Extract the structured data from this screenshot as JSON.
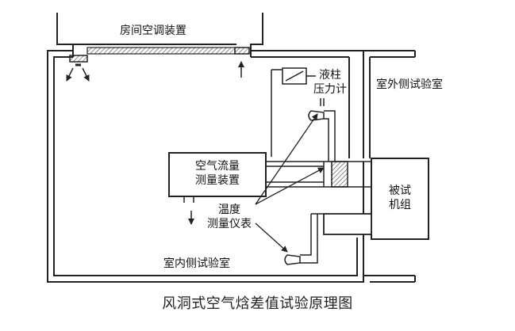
{
  "labels": {
    "room_ac": "房间空调装置",
    "liquid_gauge_line1": "液柱",
    "liquid_gauge_line2": "压力计",
    "outdoor_room": "室外侧试验室",
    "airflow_line1": "空气流量",
    "airflow_line2": "测量装置",
    "unit_line1": "被试",
    "unit_line2": "机组",
    "temp_line1": "温度",
    "temp_line2": "测量仪表",
    "indoor_room": "室内侧试验室"
  },
  "caption": "风洞式空气焓差值试验原理图",
  "colors": {
    "line": "#222222",
    "background": "#ffffff",
    "hatch": "#444444"
  }
}
